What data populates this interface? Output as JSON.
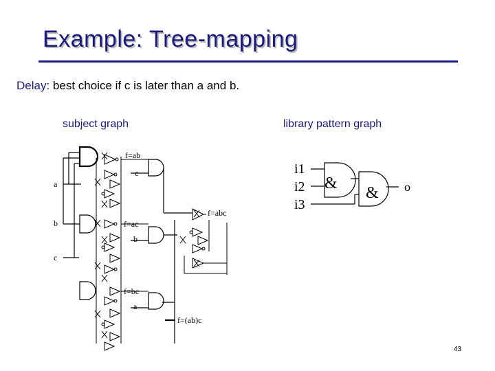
{
  "slide": {
    "title": "Example: Tree-mapping",
    "delay_label": "Delay:",
    "delay_text": " best choice if c is later than a and b.",
    "page_number": "43"
  },
  "subject": {
    "caption": "subject graph",
    "labels": {
      "a": "a",
      "b": "b",
      "c": "c",
      "f_ab": "f=ab",
      "c_in": "c",
      "f_abc": "f=abc",
      "f_ac": "f=ac",
      "b_in": "b",
      "f_bc": "f=bc",
      "a_in": "a",
      "f_out": "f=(ab)c"
    }
  },
  "library": {
    "caption": "library pattern graph",
    "inputs": [
      "i1",
      "i2",
      "i3"
    ],
    "gate_symbol": "&",
    "output": "o"
  }
}
